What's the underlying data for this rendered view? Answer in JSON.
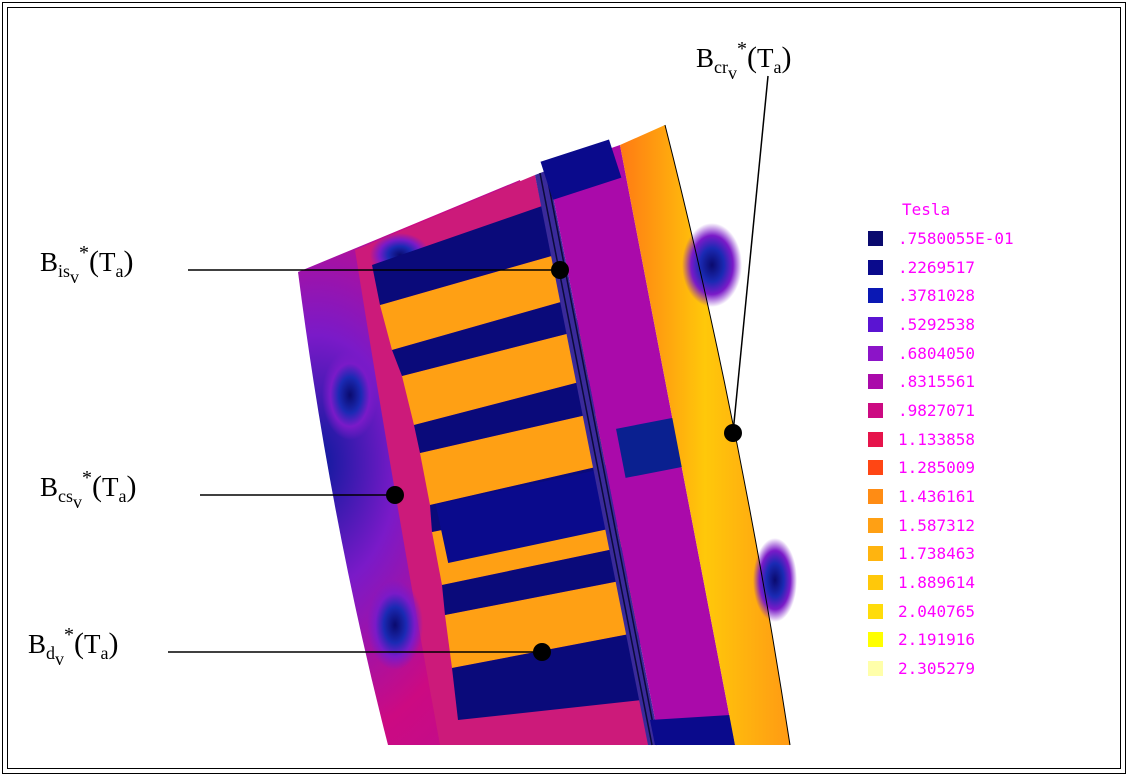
{
  "legend": {
    "title": "Tesla",
    "items": [
      {
        "value": ".7580055E-01",
        "color": "#0a0a6e"
      },
      {
        "value": ".2269517",
        "color": "#0a0a8c"
      },
      {
        "value": ".3781028",
        "color": "#0a18b4"
      },
      {
        "value": ".5292538",
        "color": "#5a14d2"
      },
      {
        "value": ".6804050",
        "color": "#8c14c8"
      },
      {
        "value": ".8315561",
        "color": "#aa0aaa"
      },
      {
        "value": ".9827071",
        "color": "#cc0a82"
      },
      {
        "value": "1.133858",
        "color": "#e6144b"
      },
      {
        "value": "1.285009",
        "color": "#ff4614"
      },
      {
        "value": "1.436161",
        "color": "#ff8c14"
      },
      {
        "value": "1.587312",
        "color": "#ffa014"
      },
      {
        "value": "1.738463",
        "color": "#ffb40f"
      },
      {
        "value": "1.889614",
        "color": "#ffc80a"
      },
      {
        "value": "2.040765",
        "color": "#ffdc0a"
      },
      {
        "value": "2.191916",
        "color": "#ffff00"
      },
      {
        "value": "2.305279",
        "color": "#ffffaa"
      }
    ]
  },
  "callouts": {
    "cr": {
      "base": "B",
      "sub": "cr",
      "subsub": "v",
      "sup": "*",
      "arg": "T",
      "argsub": "a"
    },
    "is": {
      "base": "B",
      "sub": "is",
      "subsub": "v",
      "sup": "*",
      "arg": "T",
      "argsub": "a"
    },
    "cs": {
      "base": "B",
      "sub": "cs",
      "subsub": "v",
      "sup": "*",
      "arg": "T",
      "argsub": "a"
    },
    "d": {
      "base": "B",
      "sub": "d",
      "subsub": "v",
      "sup": "*",
      "arg": "T",
      "argsub": "a"
    }
  }
}
